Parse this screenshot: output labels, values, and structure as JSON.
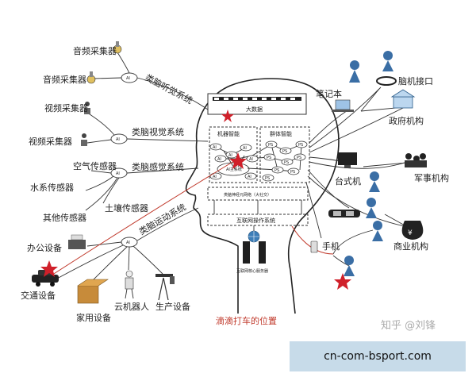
{
  "labels": {
    "audio1": "音频采集器",
    "audio2": "音频采集器",
    "video1": "视频采集器",
    "video2": "视频采集器",
    "air": "空气传感器",
    "water": "水系传感器",
    "soil": "土壤传感器",
    "other": "其他传感器",
    "office": "办公设备",
    "traffic": "交通设备",
    "home": "家用设备",
    "robot": "云机器人",
    "production": "生产设备",
    "notebook": "笔记本",
    "bci": "脑机接口",
    "gov": "政府机构",
    "desktop": "台式机",
    "military": "军事机构",
    "phone": "手机",
    "business": "商业机构",
    "didi": "滴滴打车的位置",
    "watermark": "知乎 @刘锋"
  },
  "systems": {
    "hearing": "类脑听觉系统",
    "vision": "类脑视觉系统",
    "sense": "类脑感觉系统",
    "motion": "类脑运动系统"
  },
  "brain": {
    "bigdata": "大数据",
    "machine": "机器智能",
    "group": "群体智能",
    "ai_system": "AI主系统",
    "neural": "类脑神经元网络（大社交）",
    "os": "互联网操作系统",
    "core": "互联网核心服务器"
  },
  "nodes": {
    "ai": "AI",
    "ps": "PS"
  },
  "banner": "cn-com-bsport.com"
}
